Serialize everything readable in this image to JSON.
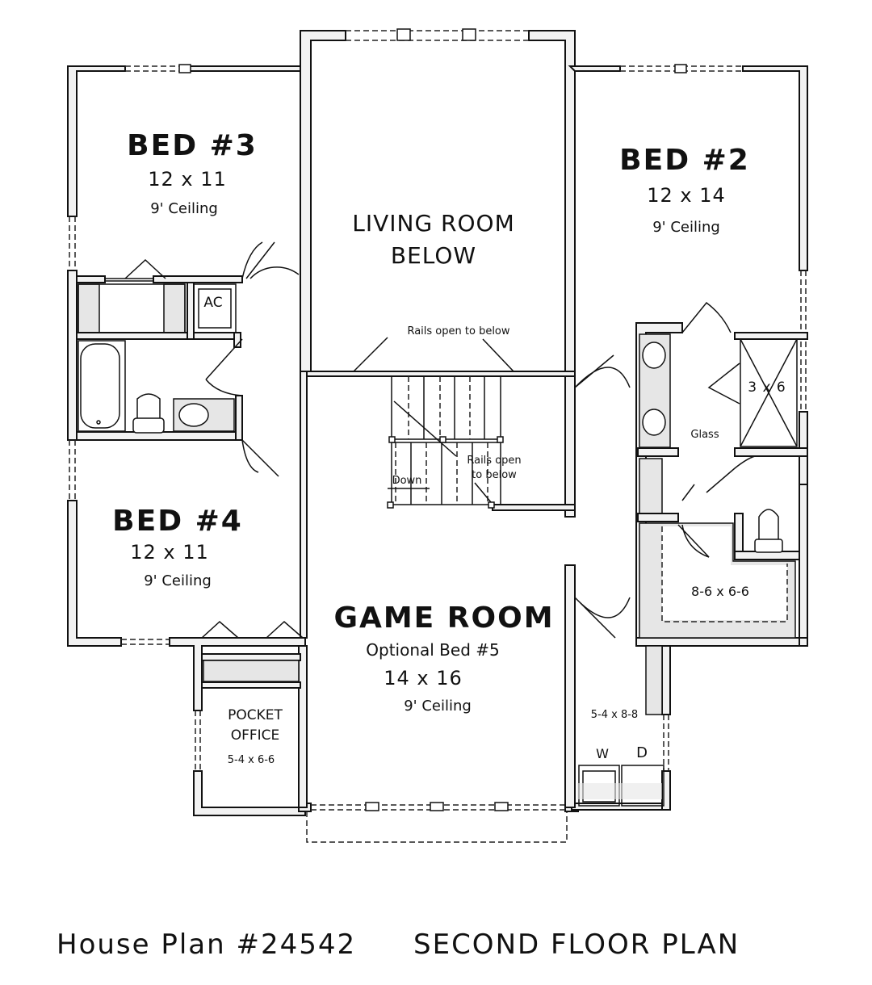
{
  "plan": {
    "house_plan_label": "House Plan #24542",
    "title": "SECOND FLOOR PLAN"
  },
  "rooms": {
    "bed3": {
      "name": "BED #3",
      "dims": "12 x 11",
      "ceiling": "9' Ceiling"
    },
    "bed2": {
      "name": "BED #2",
      "dims": "12 x 14",
      "ceiling": "9' Ceiling"
    },
    "bed4": {
      "name": "BED #4",
      "dims": "12 x 11",
      "ceiling": "9' Ceiling"
    },
    "living_below": {
      "line1": "LIVING ROOM",
      "line2": "BELOW"
    },
    "game_room": {
      "name": "GAME ROOM",
      "subtitle": "Optional Bed #5",
      "dims": "14 x 16",
      "ceiling": "9' Ceiling"
    },
    "pocket_office": {
      "line1": "POCKET",
      "line2": "OFFICE",
      "dims": "5-4 x 6-6"
    },
    "laundry": {
      "dims": "5-4 x 8-8",
      "washer": "W",
      "dryer": "D"
    },
    "shower": {
      "dims": "3 x 6"
    },
    "closet": {
      "dims": "8-6 x 6-6"
    },
    "ac": {
      "label": "AC"
    }
  },
  "annotations": {
    "rails_top": "Rails open to below",
    "rails_stair_line1": "Rails open",
    "rails_stair_line2": "to below",
    "stair_down": "Down",
    "glass": "Glass"
  }
}
